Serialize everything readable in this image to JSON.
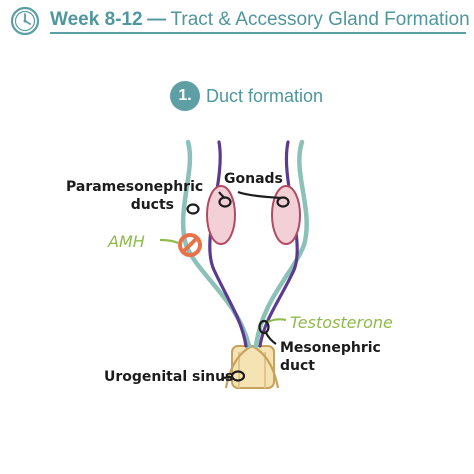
{
  "header": {
    "title_bold": "Week 8-12",
    "separator": "—",
    "title_rest": "Tract & Accessory Gland Formation",
    "icon": "clock-icon",
    "accent_color": "#4f969f"
  },
  "step": {
    "number": "1.",
    "label": "Duct formation"
  },
  "labels": {
    "paramesonephric": [
      "Paramesonephric",
      "ducts"
    ],
    "gonads": "Gonads",
    "amh": "AMH",
    "testosterone": "Testosterone",
    "mesonephric": [
      "Mesonephric",
      "duct"
    ],
    "urogenital_sinus": "Urogenital sinus"
  },
  "colors": {
    "paramesonephric_duct": "#8cc1b8",
    "mesonephric_duct": "#5b3b8f",
    "gonad_fill": "#f3cfd6",
    "gonad_stroke": "#b24a63",
    "hormone_text": "#8fba4c",
    "inhibit_symbol": "#e8724a",
    "sinus_fill": "#f6e3b4"
  }
}
